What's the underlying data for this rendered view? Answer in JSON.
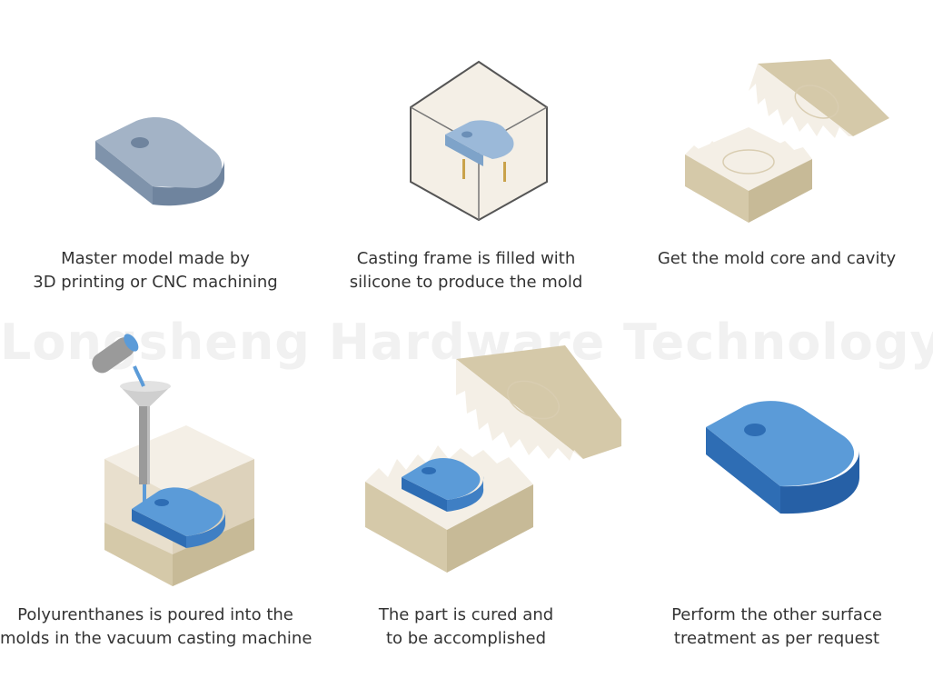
{
  "watermark": "Longsheng Hardware Technology",
  "colors": {
    "master_top": "#a3b3c6",
    "master_side": "#7f93ab",
    "part_top": "#5b9bd8",
    "part_side": "#2e6db4",
    "silicone": "#f4efe6",
    "mold_base": "#d5c9a9",
    "frame_line": "#555555"
  },
  "steps": [
    {
      "line1": "Master model made by",
      "line2": "3D printing or CNC machining",
      "icon": "master-model-icon"
    },
    {
      "line1": "Casting frame is filled with",
      "line2": "silicone to produce the mold",
      "icon": "casting-frame-icon"
    },
    {
      "line1": "Get the mold core and cavity",
      "line2": "",
      "icon": "mold-halves-icon"
    },
    {
      "line1": "Polyurenthanes is poured into the",
      "line2": "molds in the vacuum casting machine",
      "icon": "pouring-icon"
    },
    {
      "line1": "The part is cured and",
      "line2": "to be accomplished",
      "icon": "cured-part-icon"
    },
    {
      "line1": "Perform the other surface",
      "line2": "treatment as per request",
      "icon": "finished-part-icon"
    }
  ]
}
